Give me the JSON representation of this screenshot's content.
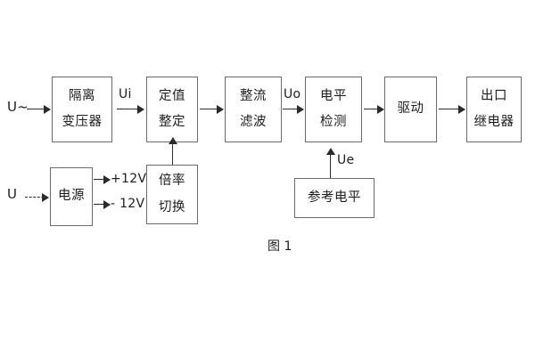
{
  "figure": {
    "caption": "图 1",
    "background_color": "#ffffff",
    "box_border_color": "#6b6b6b",
    "line_color": "#2a2a2a",
    "text_color": "#1d1d1d"
  },
  "signal_path": {
    "inputs": [
      {
        "label": "U~",
        "connector": "solid-arrow"
      },
      {
        "label": "U",
        "connector": "dashed-arrow"
      }
    ],
    "blocks": [
      {
        "id": "isolation-transformer",
        "lines": [
          "隔离",
          "变压器"
        ]
      },
      {
        "id": "setpoint-adjust",
        "lines": [
          "定值",
          "整定"
        ]
      },
      {
        "id": "rectify-filter",
        "lines": [
          "整流",
          "滤波"
        ]
      },
      {
        "id": "level-detection",
        "lines": [
          "电平",
          "检测"
        ]
      },
      {
        "id": "drive",
        "lines": [
          "驱动"
        ]
      },
      {
        "id": "output-relay",
        "lines": [
          "出口",
          "继电器"
        ]
      }
    ],
    "signal_labels": [
      {
        "id": "ui",
        "text": "Ui"
      },
      {
        "id": "uo",
        "text": "Uo"
      },
      {
        "id": "ue",
        "text": "Ue"
      }
    ]
  },
  "support_path": {
    "blocks": [
      {
        "id": "power-supply",
        "lines": [
          "电源"
        ]
      },
      {
        "id": "ratio-switch",
        "lines": [
          "倍率",
          "切换"
        ]
      },
      {
        "id": "reference-level",
        "lines": [
          "参考电平"
        ]
      }
    ],
    "rail_labels": [
      {
        "id": "rail-positive",
        "text": "+12V"
      },
      {
        "id": "rail-negative",
        "text": "- 12V"
      }
    ]
  }
}
